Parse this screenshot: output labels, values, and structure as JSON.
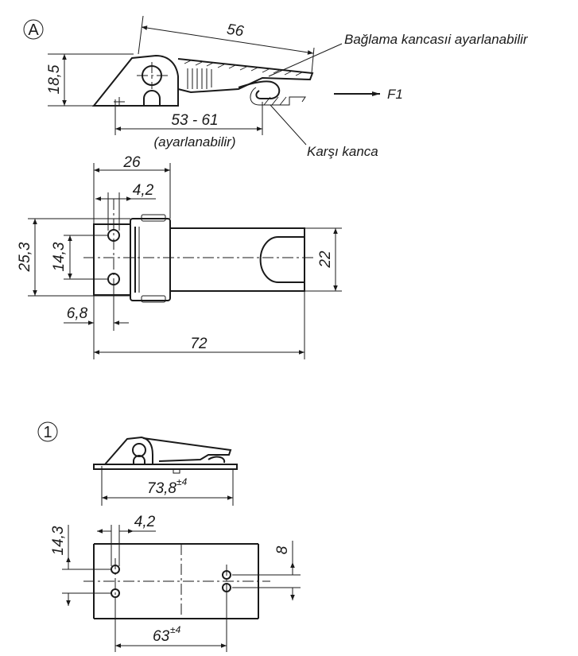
{
  "view_markers": {
    "a": "A",
    "one": "1"
  },
  "labels": {
    "adjustable_hook": "Bağlama kancasıi ayarlanabilir",
    "counter_hook": "Karşı kanca",
    "force": "F1",
    "adjustable_note": "(ayarlanabilir)"
  },
  "dims": {
    "d56": "56",
    "d18_5": "18,5",
    "d53_61": "53 - 61",
    "d26": "26",
    "d4_2_top": "4,2",
    "d25_3": "25,3",
    "d14_3_top": "14,3",
    "d22": "22",
    "d6_8": "6,8",
    "d72": "72",
    "d73_8": "73,8",
    "d73_8_tol": "±4",
    "d14_3_bottom": "14,3",
    "d4_2_bottom": "4,2",
    "d8": "8",
    "d63": "63",
    "d63_tol": "±4"
  }
}
